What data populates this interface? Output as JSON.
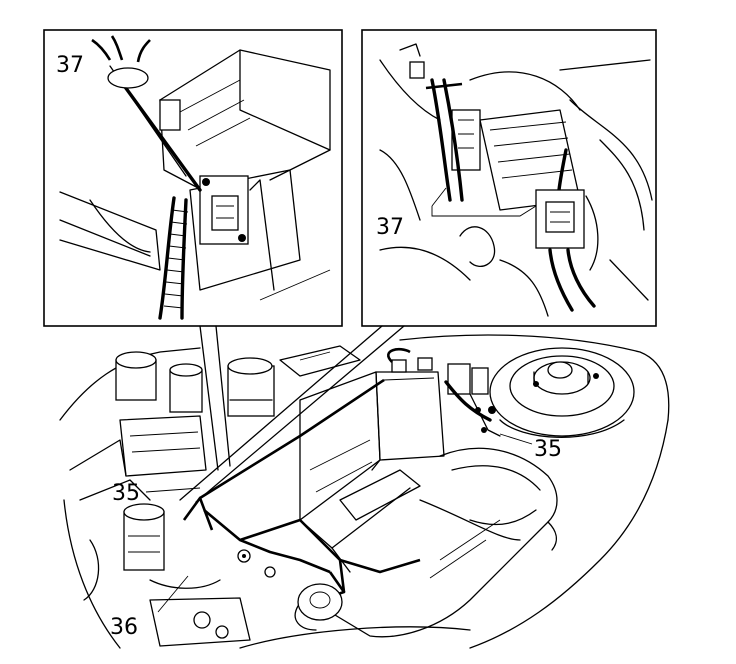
{
  "diagram": {
    "callouts": {
      "left_inset": "37",
      "right_inset": "37",
      "main_right": "35",
      "main_left": "35",
      "main_bottom": "36"
    }
  }
}
